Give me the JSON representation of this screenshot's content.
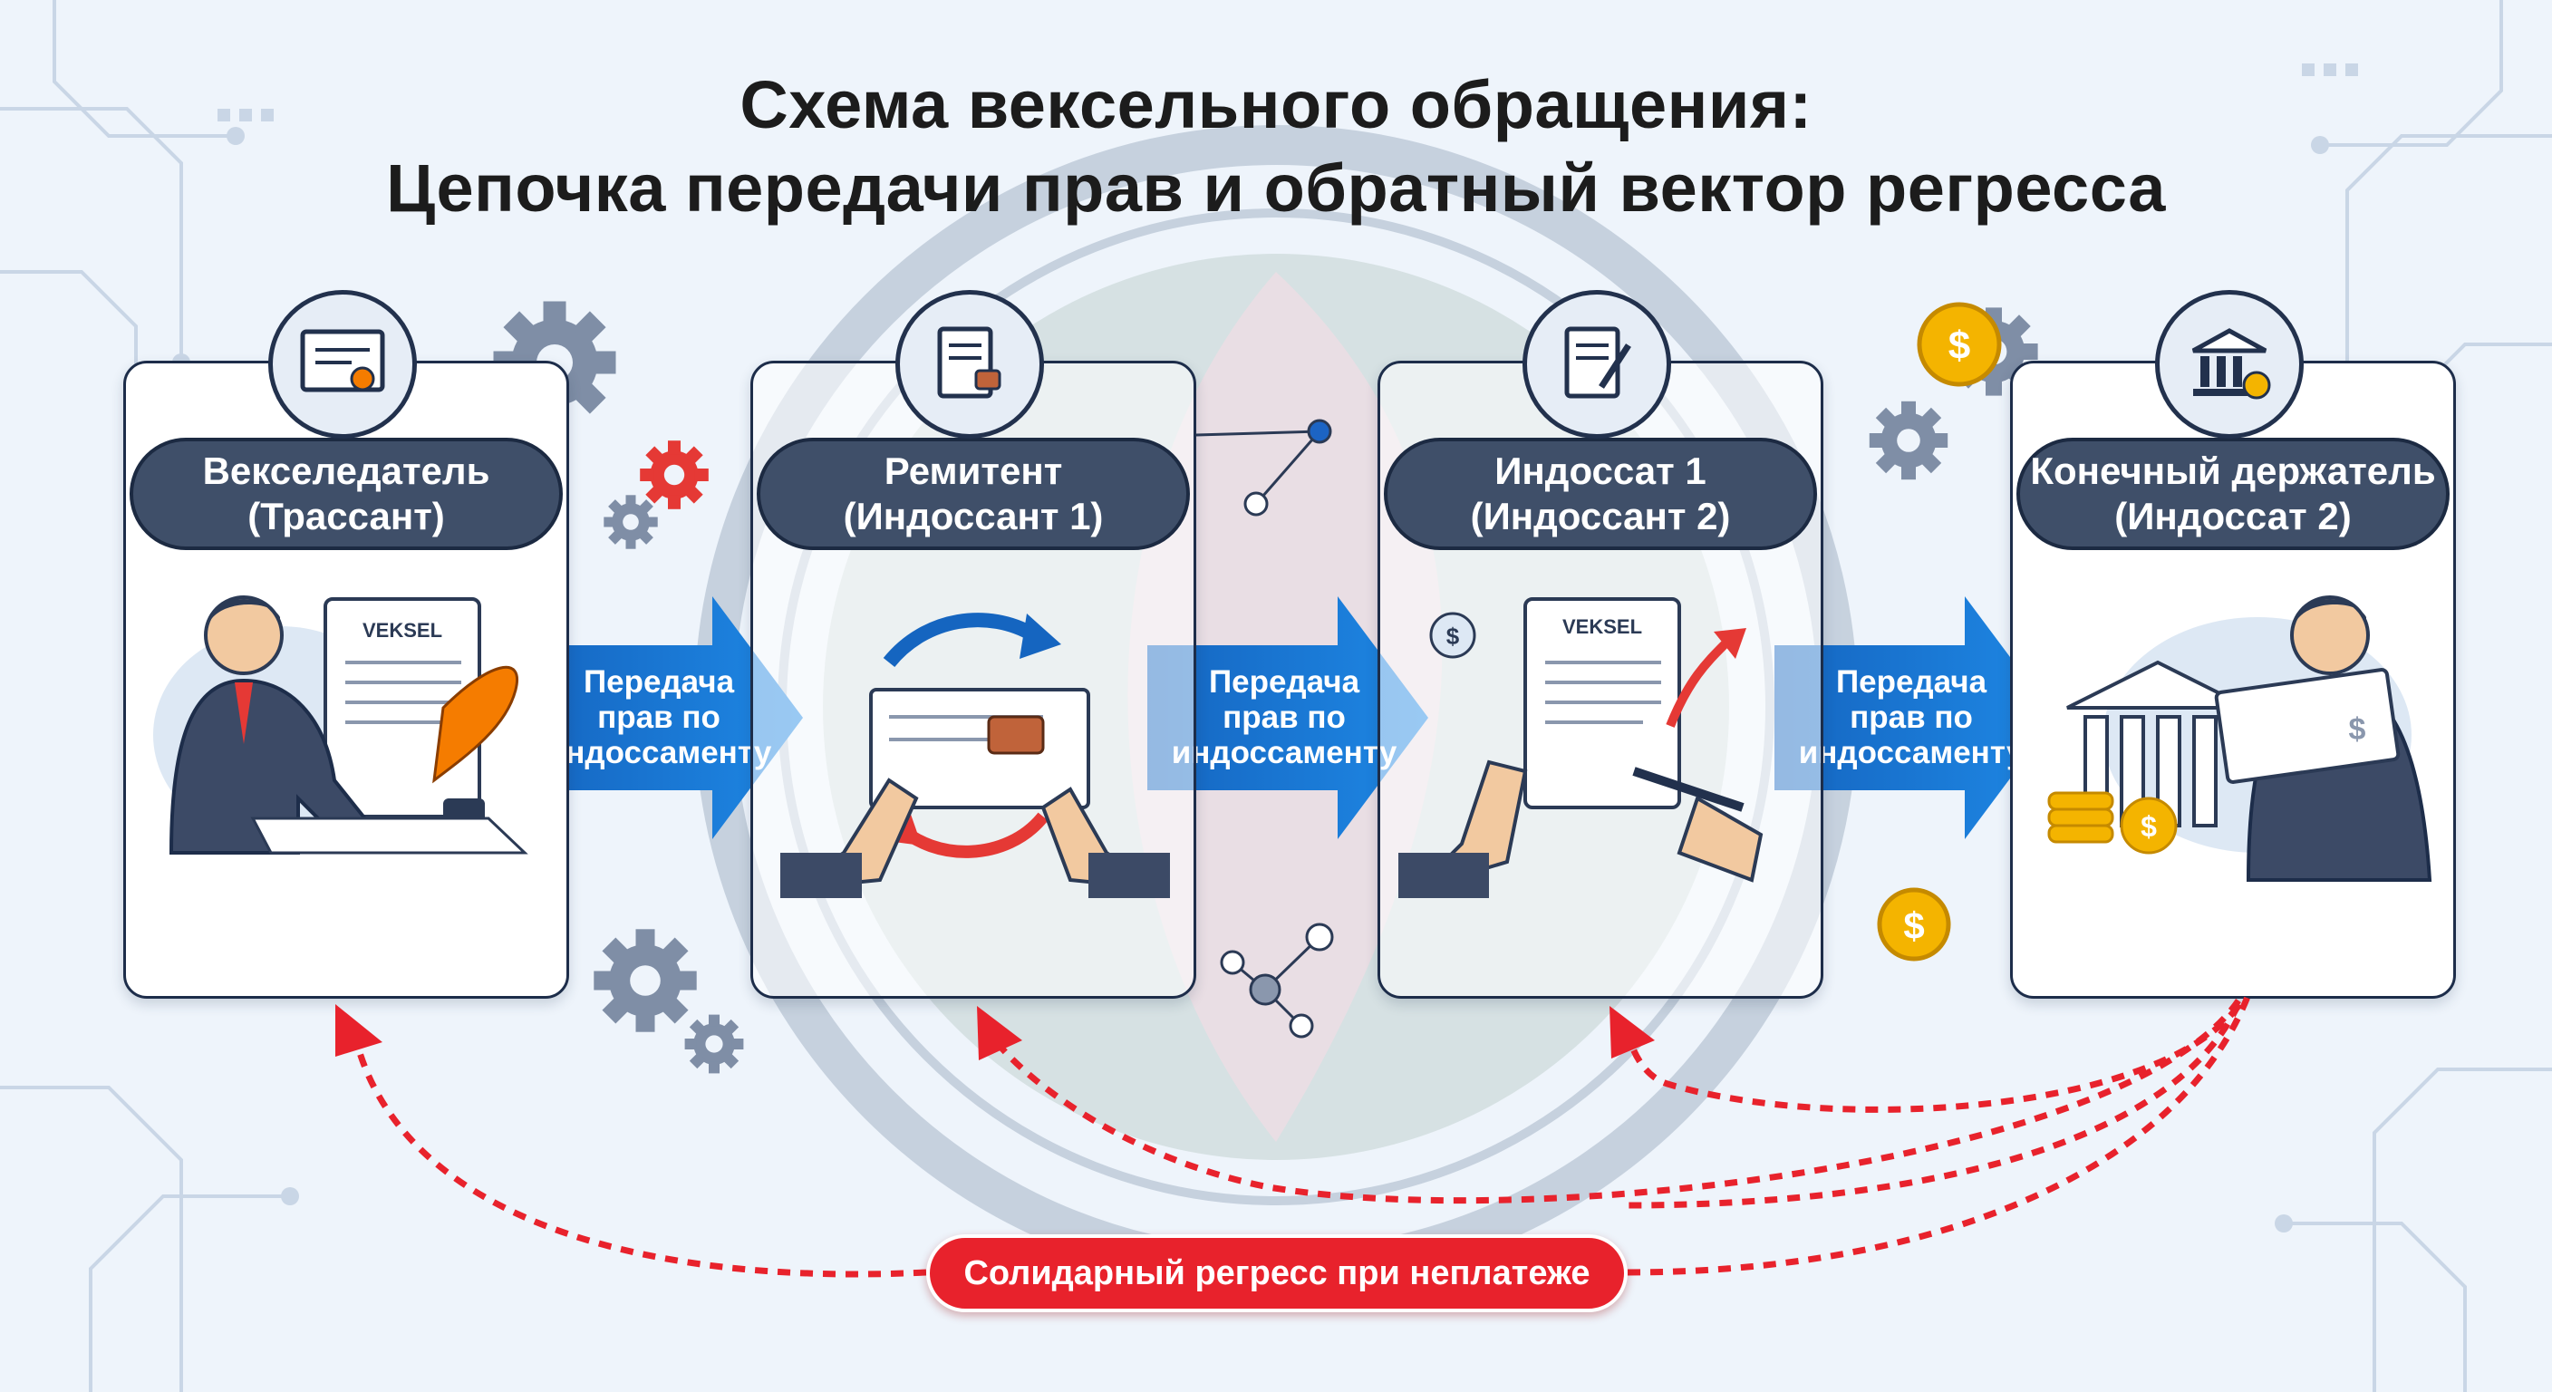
{
  "title": {
    "line1": "Схема вексельного обращения:",
    "line2": "Цепочка передачи прав и обратный вектор регресса"
  },
  "participants": [
    {
      "line1": "Векселедатель",
      "line2": "(Трассант)",
      "icon": "certificate-icon"
    },
    {
      "line1": "Ремитент",
      "line2": "(Индоссант 1)",
      "icon": "stamp-document-icon"
    },
    {
      "line1": "Индоссат 1",
      "line2": "(Индоссант 2)",
      "icon": "signing-document-icon"
    },
    {
      "line1": "Конечный держатель",
      "line2": "(Индоссат 2)",
      "icon": "bank-icon"
    }
  ],
  "transfers": [
    {
      "line1": "Передача",
      "line2": "прав по",
      "line3": "индоссаменту"
    },
    {
      "line1": "Передача",
      "line2": "прав по",
      "line3": "индоссаменту"
    },
    {
      "line1": "Передача",
      "line2": "прав по",
      "line3": "индоссаменту"
    }
  ],
  "document_label": "VEKSEL",
  "currency_symbol": "$",
  "regress_label": "Солидарный регресс при неплатеже",
  "colors": {
    "transfer_arrow": "#1565c0",
    "regress": "#e8222c",
    "role_pill": "#3f4f69",
    "outline": "#1d2d4a"
  }
}
